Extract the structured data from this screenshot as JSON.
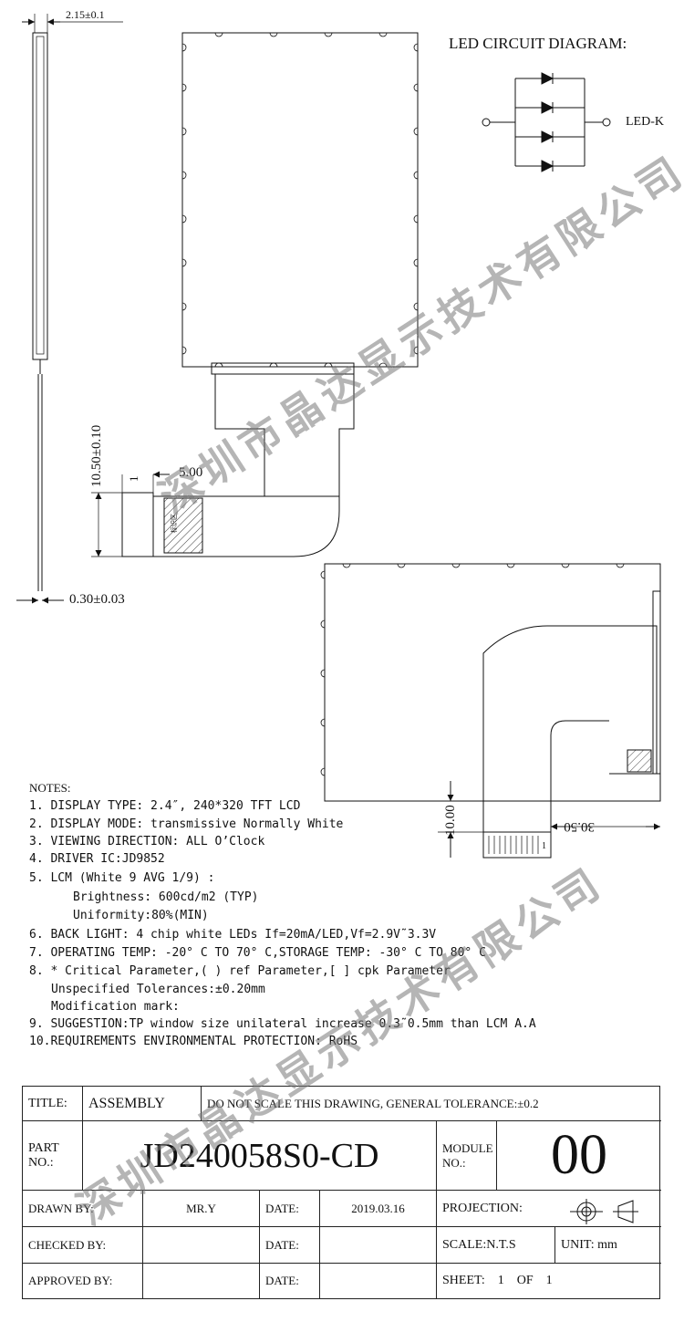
{
  "dimensions": {
    "thickness": "2.15±0.1",
    "fpc_thickness": "0.30±0.03",
    "fpc_length": "10.50±0.10",
    "stiffener_width": "1",
    "fpc_offset": "5.00",
    "bottom_height": "10.00",
    "bottom_width": "30.50",
    "pin_one": "1",
    "label_tiny": "标识区"
  },
  "led_diagram": {
    "title": "LED CIRCUIT DIAGRAM:",
    "cathode_label": "LED-K"
  },
  "notes": {
    "heading": "NOTES:",
    "items": [
      "1. DISPLAY TYPE: 2.4″, 240*320 TFT LCD",
      "2. DISPLAY MODE: transmissive Normally White",
      "3. VIEWING DIRECTION:  ALL O’Clock",
      "4. DRIVER IC:JD9852",
      "5. LCM (White 9 AVG 1/9) :",
      "Brightness: 600cd/m2 (TYP)",
      "Uniformity:80%(MIN)",
      "6. BACK LIGHT: 4 chip white LEDs If=20mA/LED,Vf=2.9V˜3.3V",
      "7. OPERATING TEMP: -20° C TO 70° C,STORAGE TEMP: -30° C TO 80° C",
      "8. * Critical Parameter,(  ) ref Parameter,[ ] cpk Parameter",
      "Unspecified Tolerances:±0.20mm",
      "Modification mark:",
      "9. SUGGESTION:TP window size unilateral increase 0.3˜0.5mm than LCM A.A",
      "10.REQUIREMENTS ENVIRONMENTAL PROTECTION: RoHS"
    ]
  },
  "watermark": {
    "text": "深圳市晶达显示技术有限公司"
  },
  "title_block": {
    "title_label": "TITLE:",
    "title_value": "ASSEMBLY",
    "tolerance_note": "DO NOT SCALE THIS DRAWING, GENERAL TOLERANCE:±0.2",
    "part_label_1": "PART",
    "part_label_2": "NO.:",
    "part_no": "JD240058S0-CD",
    "module_label_1": "MODULE",
    "module_label_2": "NO.:",
    "module_no": "00",
    "drawn_label": "DRAWN BY:",
    "drawn_by": "MR.Y",
    "date_label": "DATE:",
    "drawn_date": "2019.03.16",
    "projection_label": "PROJECTION:",
    "checked_label": "CHECKED BY:",
    "scale_label": "SCALE:N.T.S",
    "unit_label": "UNIT: mm",
    "approved_label": "APPROVED BY:",
    "sheet_label": "SHEET:",
    "sheet_no": "1",
    "sheet_of": "OF",
    "sheet_total": "1"
  }
}
